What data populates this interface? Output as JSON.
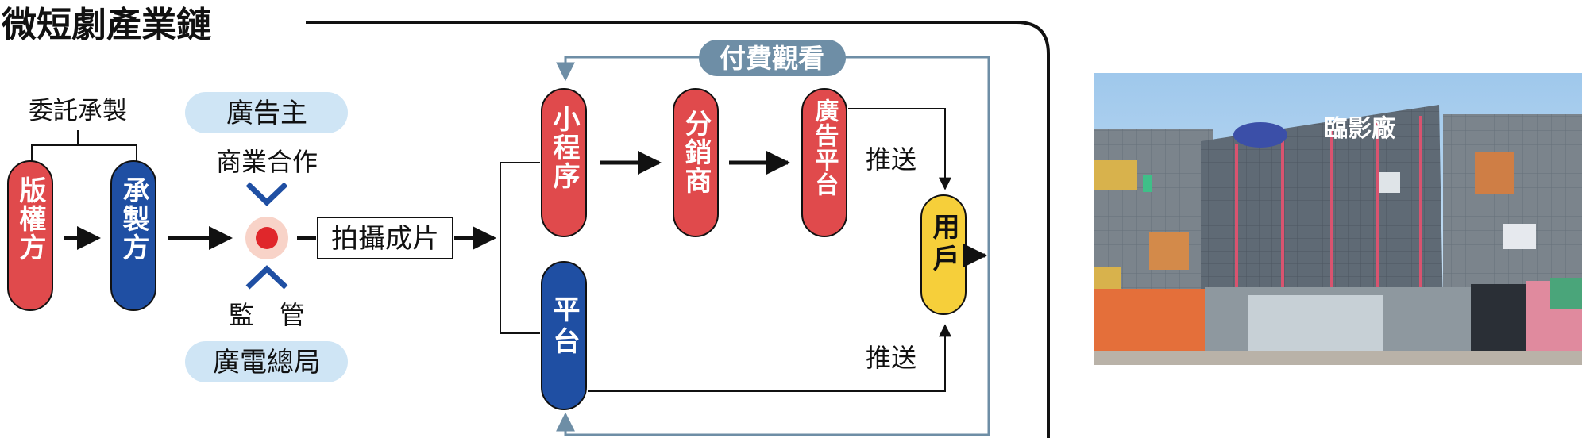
{
  "title": "微短劇產業鏈",
  "labels": {
    "commission": "委託承製",
    "copyright": "版權方",
    "producer": "承製方",
    "advertiser": "廣告主",
    "cooperation": "商業合作",
    "supervision": "監　管",
    "regulator": "廣電總局",
    "shooting": "拍攝成片",
    "mini_program": "小程序",
    "distributor": "分銷商",
    "ad_platform": "廣告平台",
    "platform": "平台",
    "user": "用戶",
    "push_top": "推送",
    "push_bottom": "推送",
    "paid_viewing": "付費觀看"
  },
  "colors": {
    "red": "#e04a4c",
    "blue": "#1f4fa3",
    "yellow": "#f6cf3a",
    "light_blue": "#cfe5f5",
    "chevron_blue": "#1f4fa3",
    "slate": "#6e8ea6",
    "dot_red": "#e0272b",
    "dot_halo": "#f8d3c8"
  },
  "photo": {
    "sign": "臨影廠"
  }
}
